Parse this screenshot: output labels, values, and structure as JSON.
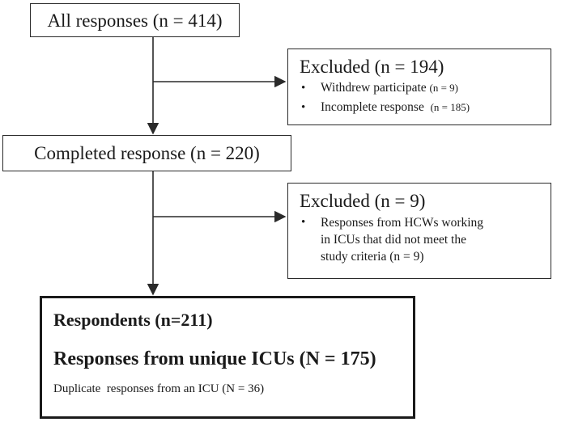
{
  "nodes": {
    "all_responses": {
      "label": "All responses (n = 414)"
    },
    "excluded_1": {
      "title": "Excluded (n = 194)",
      "items": [
        {
          "text": "Withdrew participate",
          "count": "(n = 9)"
        },
        {
          "text": "Incomplete response",
          "count": "(n = 185)"
        }
      ]
    },
    "completed": {
      "label": "Completed response (n = 220)"
    },
    "excluded_2": {
      "title": "Excluded (n = 9)",
      "items": [
        {
          "line1": "Responses from HCWs working",
          "line2": "in ICUs that did not meet the",
          "line3": "study criteria (n = 9)"
        }
      ]
    },
    "final": {
      "respondents": "Respondents (n=211)",
      "unique_icus": "Responses from unique ICUs (N = 175)",
      "duplicates": "Duplicate  responses from an ICU (N = 36)"
    }
  },
  "bullet_glyph": "•"
}
